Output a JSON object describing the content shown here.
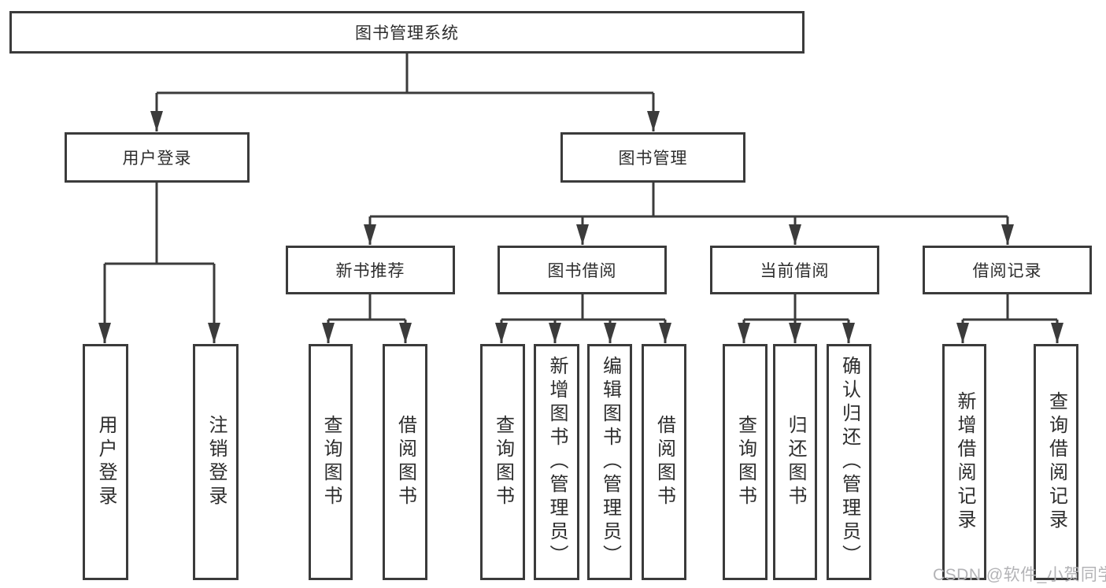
{
  "diagram_type": "hierarchy-tree",
  "colors": {
    "line": "#3b3b3b",
    "box_border": "#3b3b3b",
    "box_fill": "#ffffff",
    "text": "#2d2d2d",
    "watermark": "#b3b3b6",
    "background": "#ffffff"
  },
  "tree": {
    "root": {
      "label": "图书管理系统"
    },
    "branches": [
      {
        "label": "用户登录",
        "children": [
          "用户登录",
          "注销登录"
        ]
      },
      {
        "label": "图书管理",
        "groups": [
          {
            "label": "新书推荐",
            "children": [
              "查询图书",
              "借阅图书"
            ]
          },
          {
            "label": "图书借阅",
            "children": [
              "查询图书",
              "新增图书（管理员）",
              "编辑图书（管理员）",
              "借阅图书"
            ]
          },
          {
            "label": "当前借阅",
            "children": [
              "查询图书",
              "归还图书",
              "确认归还（管理员）"
            ]
          },
          {
            "label": "借阅记录",
            "children": [
              "新增借阅记录",
              "查询借阅记录"
            ]
          }
        ]
      }
    ]
  },
  "watermark": {
    "text": "CSDN @软件_小贺同学"
  }
}
